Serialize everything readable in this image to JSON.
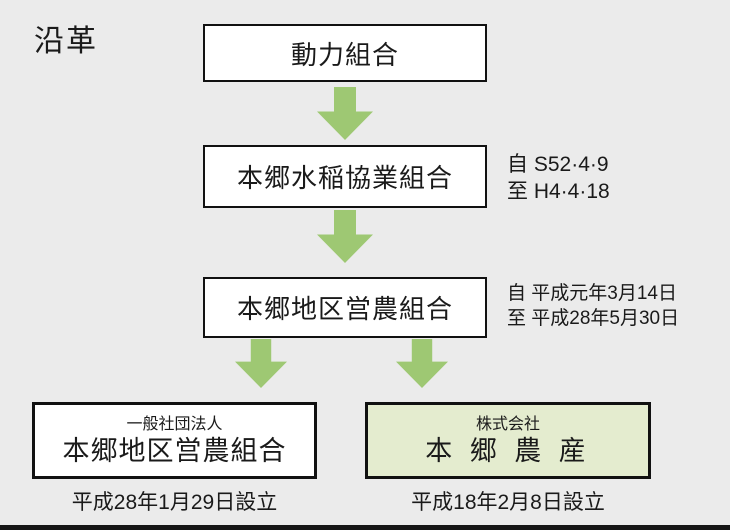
{
  "title": "沿革",
  "colors": {
    "background": "#ebebeb",
    "arrow_green": "#9ec873",
    "highlight_box_fill": "#e4eccf",
    "box_border": "#111111",
    "text": "#1a1a1a"
  },
  "flow": {
    "node1": {
      "label": "動力組合"
    },
    "node2": {
      "label": "本郷水稲協業組合",
      "period_from": "自 S52·4·9",
      "period_to": "至 H4·4·18"
    },
    "node3": {
      "label": "本郷地区営農組合",
      "period_from": "自 平成元年3月14日",
      "period_to": "至 平成28年5月30日"
    },
    "node4": {
      "org_type": "一般社団法人",
      "label": "本郷地区営農組合",
      "established": "平成28年1月29日設立"
    },
    "node5": {
      "org_type": "株式会社",
      "label": "本 郷 農 産",
      "established": "平成18年2月8日設立"
    }
  }
}
